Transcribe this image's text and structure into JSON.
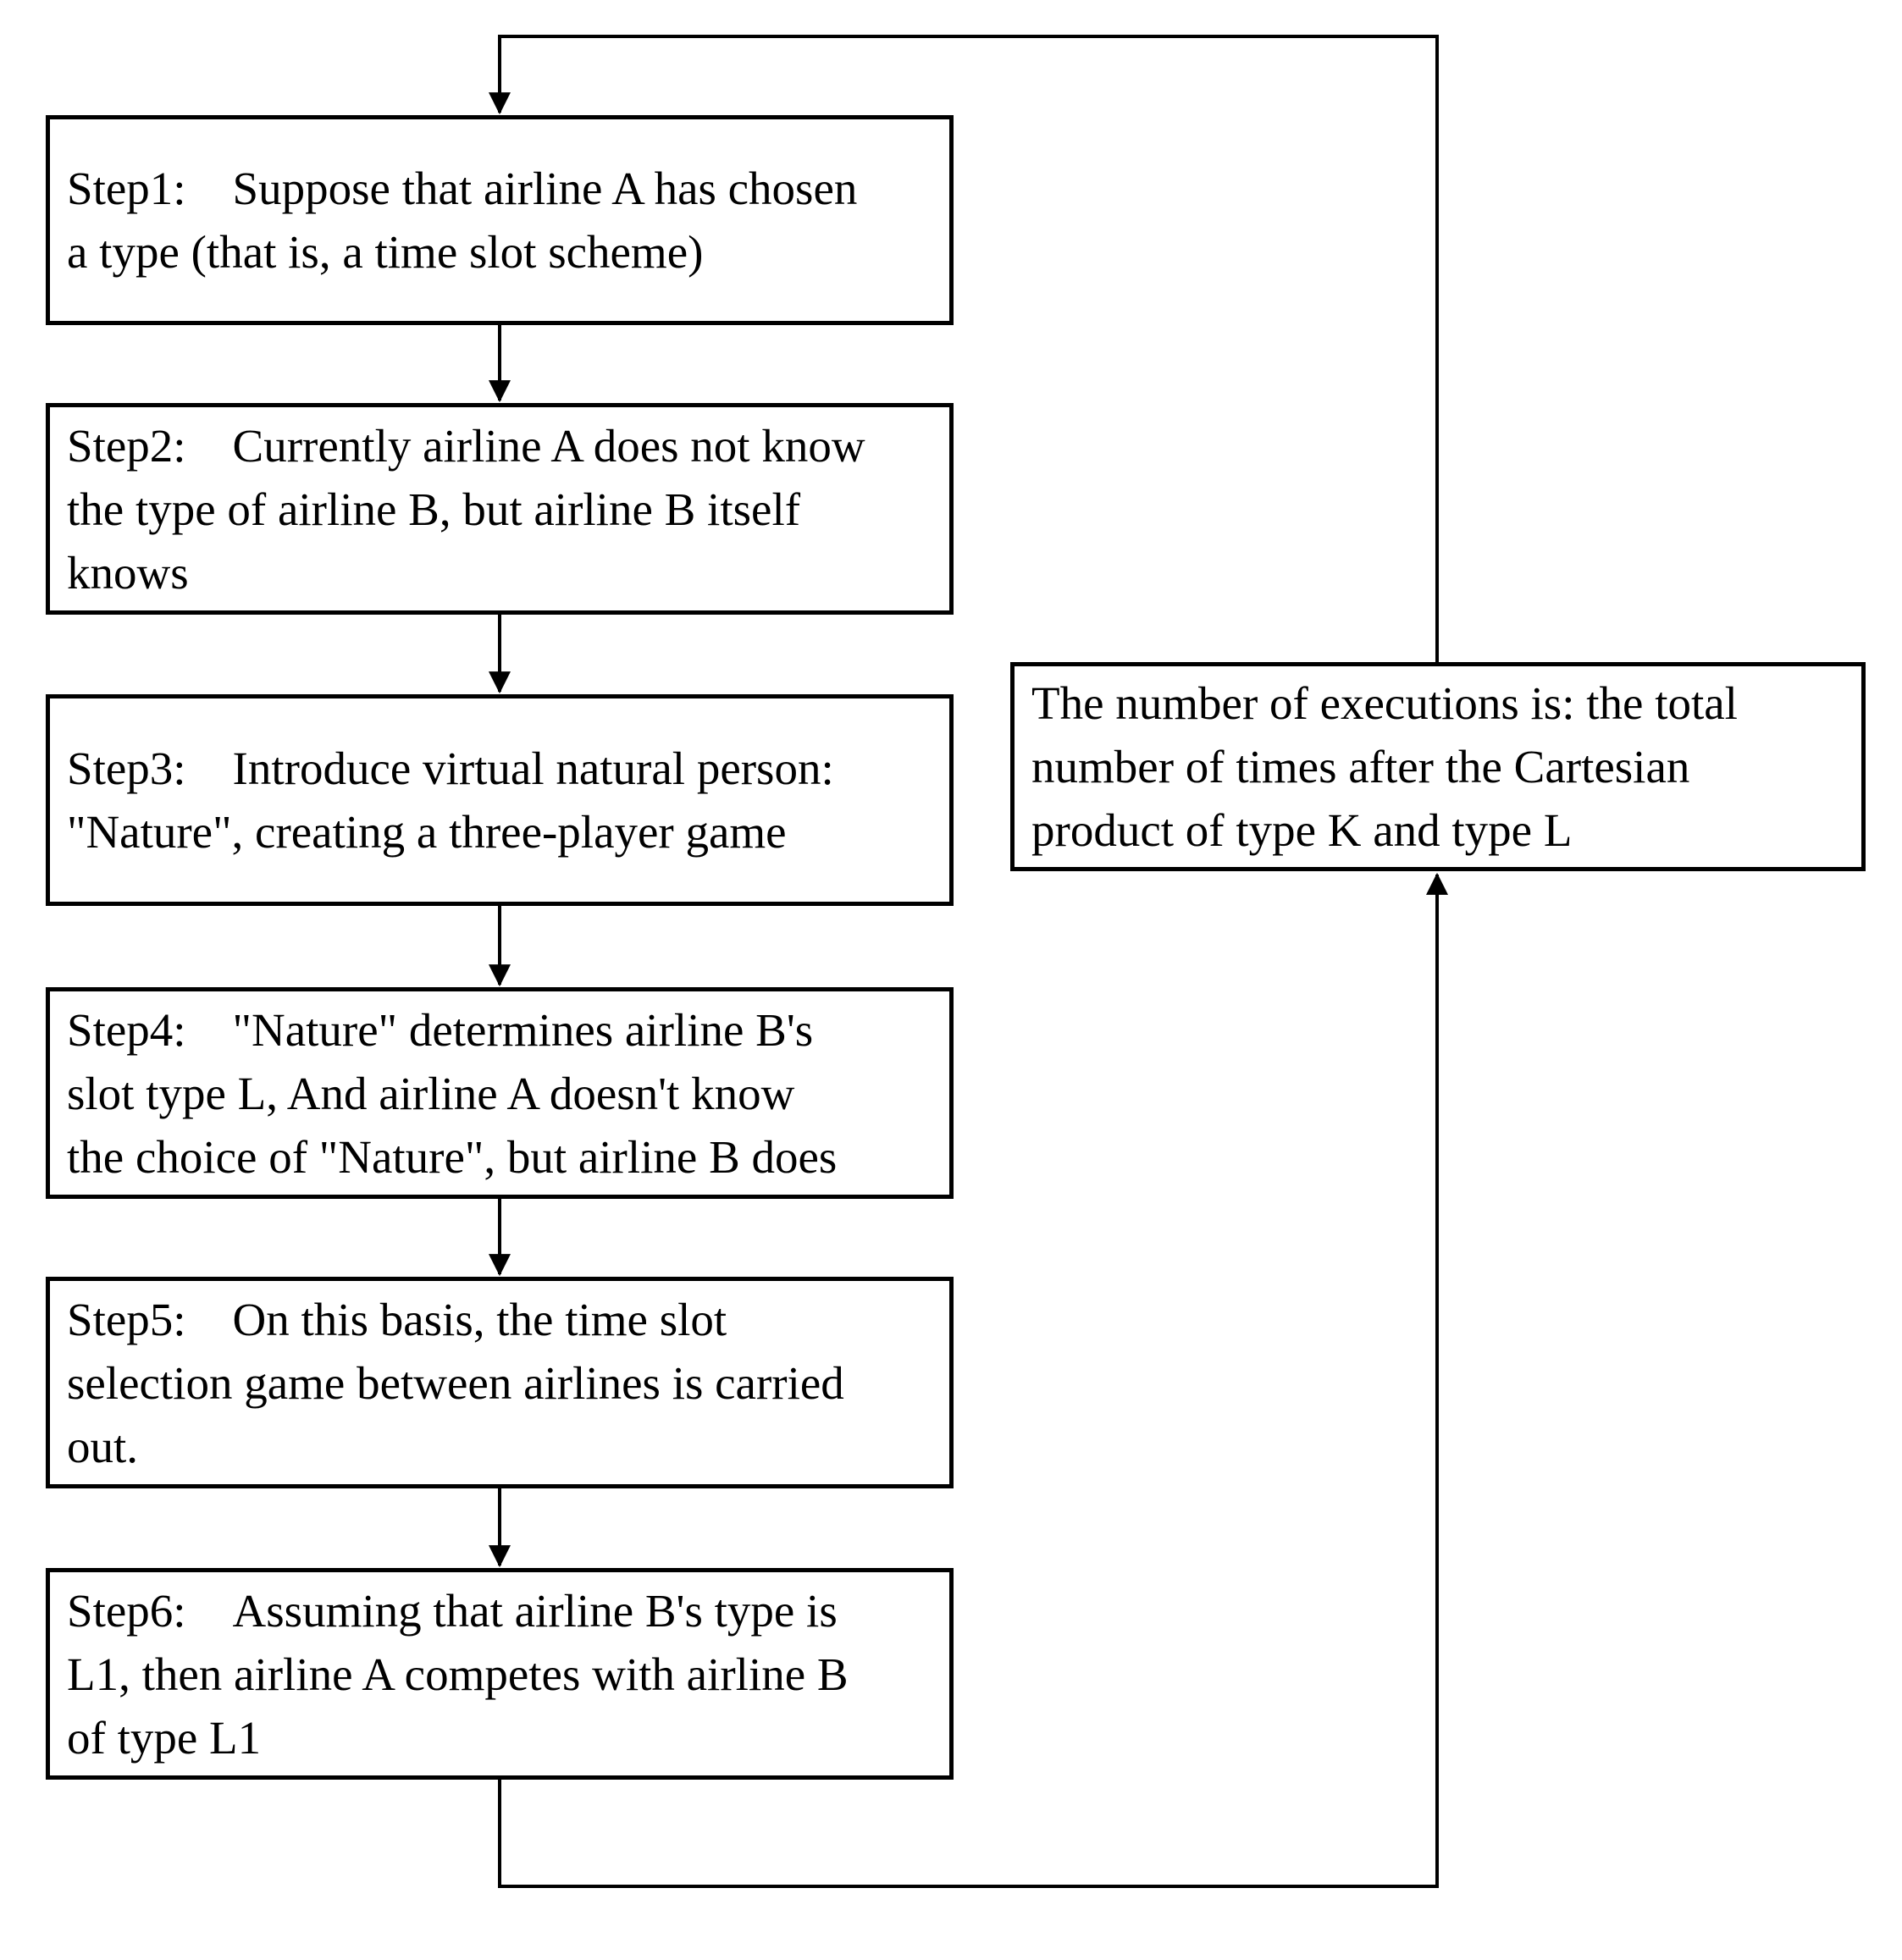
{
  "colors": {
    "background": "#ffffff",
    "line": "#000000",
    "box_border": "#000000",
    "box_background": "#ffffff",
    "text": "#000000"
  },
  "steps": [
    {
      "name": "step1",
      "lines": [
        "Step1: Suppose that airline A has chosen",
        "a type (that is, a time slot scheme)"
      ]
    },
    {
      "name": "step2",
      "lines": [
        "Step2: Currently airline A does not know",
        "the type of airline B, but airline B itself",
        "knows"
      ]
    },
    {
      "name": "step3",
      "lines": [
        "Step3: Introduce virtual natural person:",
        "\"Nature\", creating a three-player game"
      ]
    },
    {
      "name": "step4",
      "lines": [
        "Step4: \"Nature\" determines airline B's",
        "slot type L, And airline A doesn't know",
        "the choice of \"Nature\", but airline B does"
      ]
    },
    {
      "name": "step5",
      "lines": [
        "Step5: On this basis, the time slot",
        "selection game between airlines is carried",
        "out."
      ]
    },
    {
      "name": "step6",
      "lines": [
        "Step6: Assuming that airline B's type is",
        "L1, then airline A competes with airline B",
        "of type L1"
      ]
    }
  ],
  "note": {
    "lines": [
      "The number of executions is: the total",
      "number of times after the Cartesian",
      "product of type K and type L"
    ]
  }
}
